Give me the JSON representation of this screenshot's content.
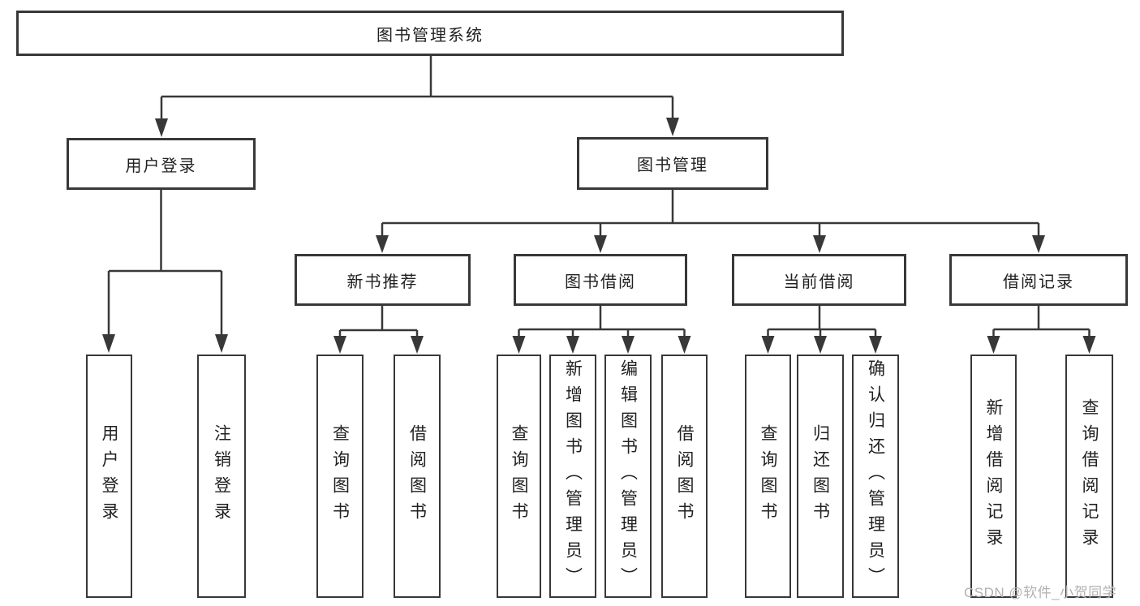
{
  "title": "图书管理系统",
  "branches": [
    {
      "label": "用户登录",
      "children": [
        "用户登录",
        "注销登录"
      ]
    },
    {
      "label": "图书管理",
      "sections": [
        {
          "label": "新书推荐",
          "children": [
            "查询图书",
            "借阅图书"
          ]
        },
        {
          "label": "图书借阅",
          "children": [
            "查询图书",
            "新增图书（管理员）",
            "编辑图书（管理员）",
            "借阅图书"
          ]
        },
        {
          "label": "当前借阅",
          "children": [
            "查询图书",
            "归还图书",
            "确认归还（管理员）"
          ]
        },
        {
          "label": "借阅记录",
          "children": [
            "新增借阅记录",
            "查询借阅记录"
          ]
        }
      ]
    }
  ],
  "watermark": "CSDN @软件_小贺同学",
  "colors": {
    "line": "#383838",
    "text": "#212121",
    "watermark": "#b1b1b1",
    "background": "#ffffff"
  }
}
